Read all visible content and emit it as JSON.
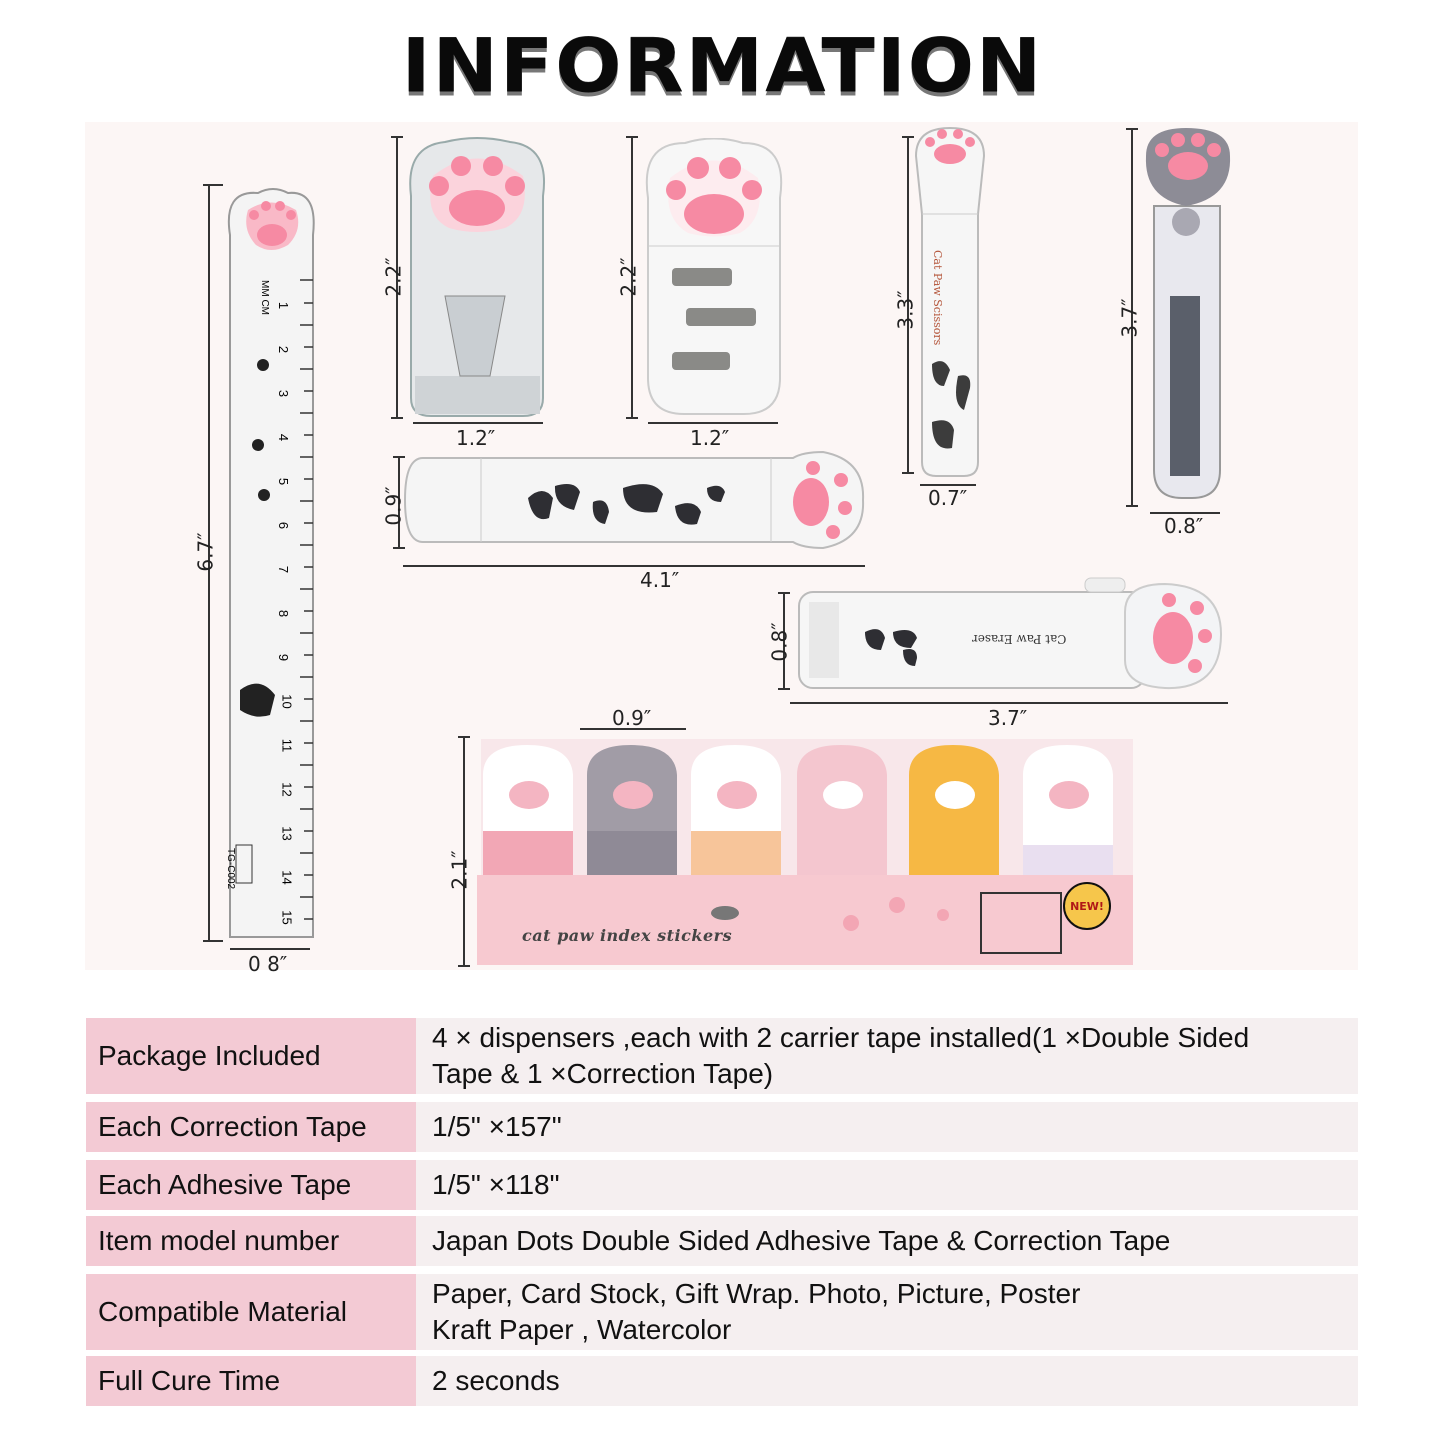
{
  "title": "INFORMATION",
  "dimensions": {
    "ruler_height": "6.7″",
    "ruler_width": "0 8″",
    "tape1_height": "2.2″",
    "tape1_width": "1.2″",
    "tape2_height": "2.2″",
    "tape2_width": "1.2″",
    "scissors_height": "3.3″",
    "scissors_width": "0.7″",
    "cutter_height": "3.7″",
    "cutter_width": "0.8″",
    "pen_height": "0.9″",
    "pen_width": "4.1″",
    "eraser_height": "0.8″",
    "eraser_width": "3.7″",
    "sticker_tab_width": "0.9″",
    "sticker_height": "2.1″"
  },
  "product_text": {
    "scissors_label": "Cat Paw Scissors",
    "eraser_label": "Cat Paw Eraser",
    "ruler_code": "TG-C002",
    "ruler_unit": "MM CM",
    "ruler_numbers": [
      "1",
      "2",
      "3",
      "4",
      "5",
      "6",
      "7",
      "8",
      "9",
      "10",
      "11",
      "12",
      "13",
      "14",
      "15"
    ],
    "sticker_box_label": "cat paw index stickers",
    "new_badge": "NEW!"
  },
  "colors": {
    "paw_pink": "#f68aa3",
    "label_bg": "#f3cad4",
    "row_bg": "#f5eff0",
    "panel_bg": "#fcf6f5"
  },
  "specs": [
    {
      "label": "Package Included",
      "value": "4 × dispensers ,each with 2 carrier tape installed(1 ×Double Sided\nTape  & 1 ×Correction Tape)"
    },
    {
      "label": "Each Correction Tape",
      "value": " 1/5\" ×157\""
    },
    {
      "label": "Each  Adhesive  Tape",
      "value": " 1/5\" ×118\""
    },
    {
      "label": "Item model number",
      "value": "Japan Dots Double Sided Adhesive Tape & Correction Tape"
    },
    {
      "label": "Compatible Material",
      "value": "Paper, Card Stock, Gift Wrap. Photo, Picture, Poster\n Kraft Paper  , Watercolor"
    },
    {
      "label": "Full Cure Time",
      "value": "2 seconds"
    }
  ]
}
